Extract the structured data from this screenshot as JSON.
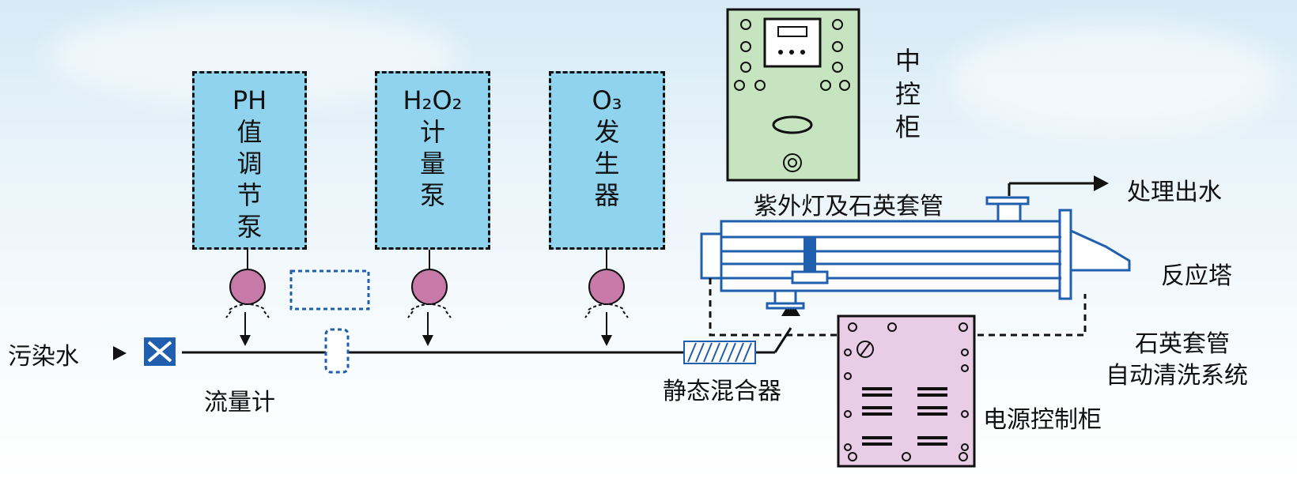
{
  "inlet": {
    "label": "污染水"
  },
  "flowmeter": {
    "label": "流量计"
  },
  "ph_pump": {
    "lines": [
      "PH",
      "值",
      "调",
      "节",
      "泵"
    ]
  },
  "h2o2_pump": {
    "lines": [
      "H₂O₂",
      "计",
      "量",
      "泵"
    ]
  },
  "o3_generator": {
    "lines": [
      "O₃",
      "发",
      "生",
      "器"
    ]
  },
  "central_cabinet": {
    "lines": [
      "中",
      "控",
      "柜"
    ]
  },
  "uv_lamp": {
    "label": "紫外灯及石英套管"
  },
  "outlet": {
    "label": "处理出水"
  },
  "reactor": {
    "label": "反应塔"
  },
  "cleaning_system": {
    "lines": [
      "石英套管",
      "自动清洗系统"
    ]
  },
  "static_mixer": {
    "label": "静态混合器"
  },
  "power_cabinet": {
    "label": "电源控制柜"
  },
  "colors": {
    "box_fill": "#8fd3ef",
    "pump_fill": "#c77aa8",
    "cabinet_green": "#c7e4c0",
    "cabinet_pink": "#e9cde6",
    "pipe_blue": "#1f5fae"
  }
}
